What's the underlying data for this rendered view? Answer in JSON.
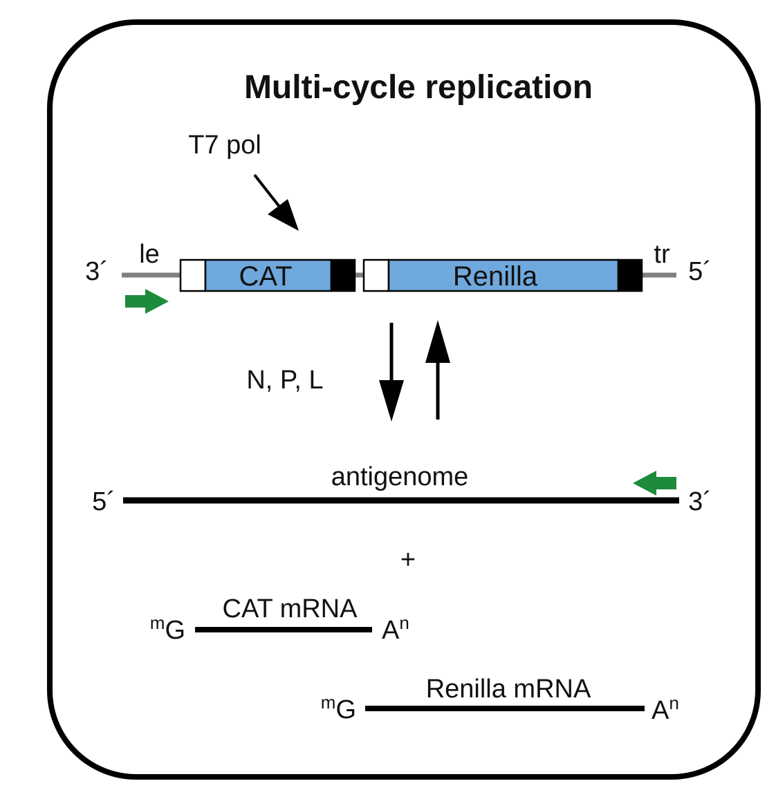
{
  "title": "Multi-cycle replication",
  "enzyme_label": "T7 pol",
  "genome": {
    "end_left": "3´",
    "end_right": "5´",
    "leader": "le",
    "trailer": "tr",
    "genes": [
      "CAT",
      "Renilla"
    ]
  },
  "proteins_label": "N, P, L",
  "antigenome": {
    "label": "antigenome",
    "end_left": "5´",
    "end_right": "3´"
  },
  "plus": "+",
  "mrnas": [
    {
      "cap": "G",
      "cap_sup": "m",
      "label": "CAT mRNA",
      "tail": "A",
      "tail_sup": "n"
    },
    {
      "cap": "G",
      "cap_sup": "m",
      "label": "Renilla mRNA",
      "tail": "A",
      "tail_sup": "n"
    }
  ],
  "colors": {
    "gene_fill": "#6fa8dc",
    "promoter_arrow": "#1e8a3c",
    "flank_line": "#808080",
    "strand": "#000000",
    "frame": "#000000"
  }
}
